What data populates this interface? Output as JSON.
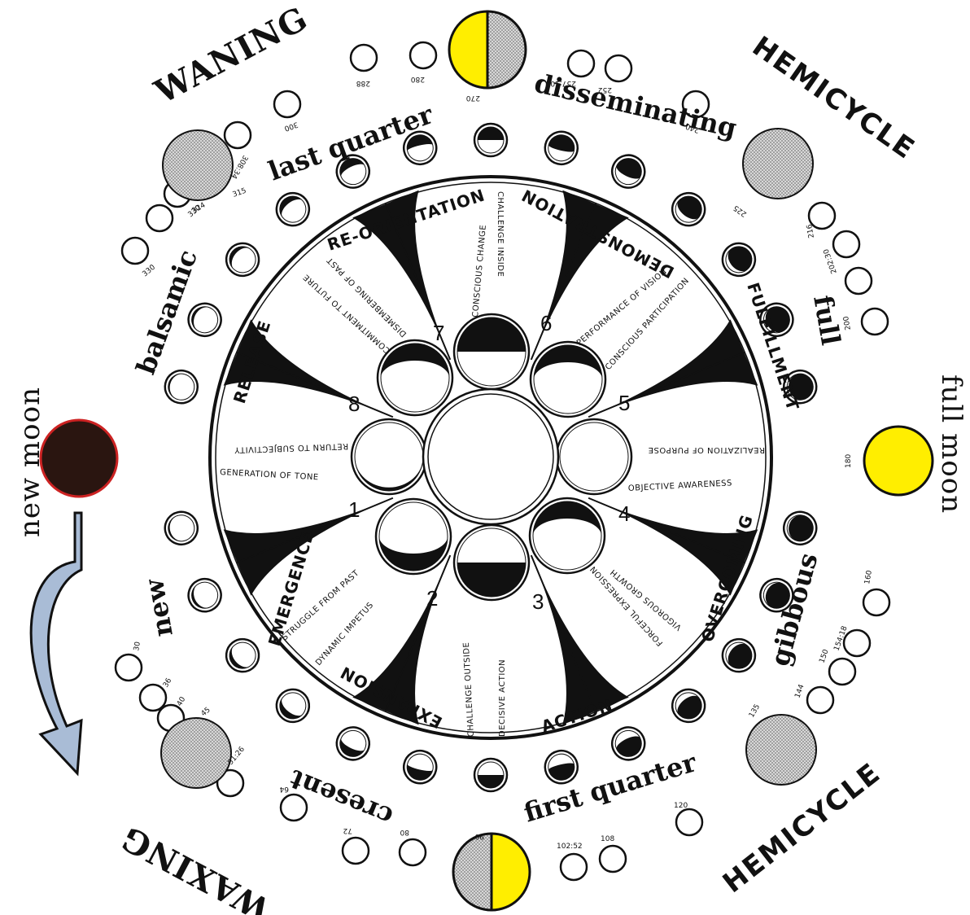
{
  "colors": {
    "ink": "#111111",
    "yellow": "#ffee00",
    "stipple": "#bdbdbd",
    "new_moon_fill": "#2a1510",
    "new_moon_ring": "#cc2222",
    "arrow_fill": "#a9bcd6"
  },
  "corners": {
    "waning": "WANING",
    "waxing": "WAXING",
    "hemicycle_top": "HEMICYCLE",
    "hemicycle_bottom": "HEMICYCLE"
  },
  "edge_labels": {
    "new_moon": "new moon",
    "full_moon": "full moon"
  },
  "phases": {
    "new": "new",
    "cresent": "cresent",
    "first_quarter": "first quarter",
    "gibbous": "gibbous",
    "full": "full",
    "disseminating": "disseminating",
    "last_quarter": "last quarter",
    "balsamic": "balsamic"
  },
  "sectors": {
    "emergence": "EMERGENCE",
    "expansion": "EXPANSION",
    "action": "ACTION",
    "overcoming": "OVERCOMING",
    "fulfillment": "FULFILLMENT",
    "demonstration": "DEMONSTRATION",
    "reorientation": "RE-ORIENTATION",
    "release": "RELEASE"
  },
  "spokes": {
    "generation_of_tone": "GENERATION OF TONE",
    "return_to_subjectivity": "RETURN TO SUBJECTIVITY",
    "struggle_from_past": "STRUGGLE FROM PAST",
    "dynamic_impetus": "DYNAMIC IMPETUS",
    "challenge_outside": "CHALLENGE OUTSIDE",
    "decisive_action": "DECISIVE ACTION",
    "vigorous_growth": "VIGOROUS GROWTH",
    "forceful_expression": "FORCEFUL EXPRESSION",
    "objective_awareness": "OBJECTIVE AWARENESS",
    "realization_of_purpose": "REALIZATION OF PURPOSE",
    "conscious_participation": "CONSCIOUS PARTICIPATION",
    "performance_of_vision": "PERFORMANCE OF VISION",
    "conscious_change": "CONSCIOUS CHANGE",
    "challenge_inside": "CHALLENGE INSIDE",
    "commitment_to_future": "COMMITMENT TO FUTURE",
    "dismembering_of_past": "DISMEMBERING OF PAST"
  },
  "numbers": [
    "1",
    "2",
    "3",
    "4",
    "5",
    "6",
    "7",
    "8"
  ],
  "degrees": {
    "d270": "270",
    "d280": "280",
    "d288": "288",
    "d300": "300",
    "d252": "252",
    "d257": "257:10",
    "d240": "240",
    "d225": "225",
    "d216": "216",
    "d202": "202:30",
    "d200": "200",
    "d308": "308:34",
    "d315": "315",
    "d324": "324",
    "d330a": "330",
    "d330b": "330",
    "d180": "180",
    "d30": "30",
    "d36": "36",
    "d40": "40",
    "d45": "45",
    "d51": "51:26",
    "d64": "64",
    "d72": "72",
    "d80": "80",
    "d90": "90",
    "d102": "102:52",
    "d108": "108",
    "d120": "120",
    "d135": "135",
    "d144": "144",
    "d150": "150",
    "d154": "154:18",
    "d160": "160"
  }
}
